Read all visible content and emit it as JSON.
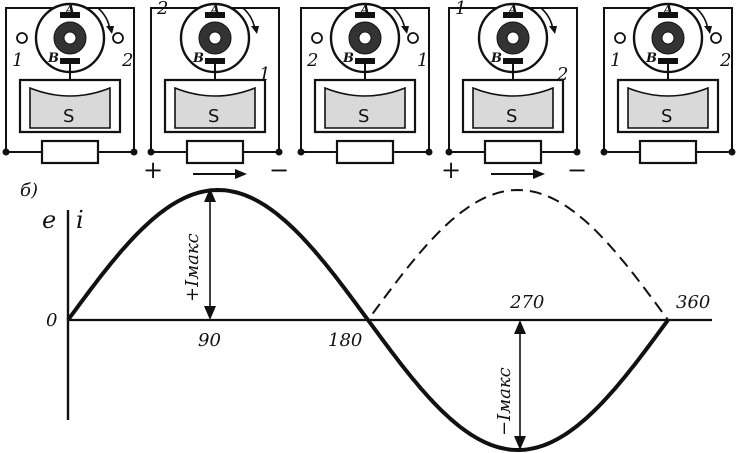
{
  "figure": {
    "panel_label": "б)",
    "axis": {
      "y_labels": [
        "e",
        "i"
      ],
      "origin": "0"
    },
    "x_ticks": [
      "90",
      "180",
      "270",
      "360"
    ],
    "amplitudes": {
      "positive": "+Iмакс",
      "negative": "−Iмакс"
    }
  },
  "generators": [
    {
      "top_brush": "A",
      "bottom_brush": "B",
      "terminal_left": "1",
      "terminal_right": "2",
      "pole": "S",
      "extra_labels": [],
      "polarity_left": "",
      "polarity_right": "",
      "current_arrow": false
    },
    {
      "top_brush": "A",
      "bottom_brush": "B",
      "terminal_left": "",
      "terminal_right": "",
      "pole": "S",
      "extra_labels": [
        "2",
        "1"
      ],
      "polarity_left": "+",
      "polarity_right": "−",
      "current_arrow": true
    },
    {
      "top_brush": "A",
      "bottom_brush": "B",
      "terminal_left": "2",
      "terminal_right": "1",
      "pole": "S",
      "extra_labels": [],
      "polarity_left": "",
      "polarity_right": "",
      "current_arrow": false
    },
    {
      "top_brush": "A",
      "bottom_brush": "B",
      "terminal_left": "",
      "terminal_right": "",
      "pole": "S",
      "extra_labels": [
        "1",
        "2"
      ],
      "polarity_left": "+",
      "polarity_right": "−",
      "current_arrow": true
    },
    {
      "top_brush": "A",
      "bottom_brush": "B",
      "terminal_left": "1",
      "terminal_right": "2",
      "pole": "S",
      "extra_labels": [],
      "polarity_left": "",
      "polarity_right": "",
      "current_arrow": false
    }
  ],
  "curves": {
    "full_wave_e": {
      "style": "dashed",
      "amplitude": 1,
      "period_deg": 360,
      "rectified": true
    },
    "current_i": {
      "style": "solid",
      "amplitude": 1,
      "period_deg": 360,
      "rectified": false
    }
  },
  "colors": {
    "ink": "#111111",
    "pole_fill": "#d9d9d9"
  }
}
